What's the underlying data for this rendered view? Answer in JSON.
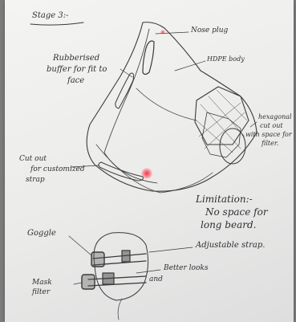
{
  "heading": "Stage 3:-",
  "labels": {
    "nose_plug": "Nose plug",
    "hdpe_body": "HDPE body",
    "rubberised_line1": "Rubberised",
    "rubberised_line2": "buffer for fit to",
    "rubberised_line3": "face",
    "filter_line1": "hexagonal",
    "filter_line2": "cut out",
    "filter_line3": "with space for",
    "filter_line4": "filter.",
    "cutout_line1": "Cut out",
    "cutout_line2": "for customized",
    "cutout_line3": "strap",
    "limitation_line1": "Limitation:-",
    "limitation_line2": "No space for",
    "limitation_line3": "long beard.",
    "goggle": "Goggle",
    "adjustable_strap": "Adjustable strap.",
    "mask_filter_line1": "Mask",
    "mask_filter_line2": "filter",
    "better_looks_line1": "Better looks",
    "better_looks_line2": "and"
  },
  "colors": {
    "pencil": "#2f2f2f",
    "laser_pointer": "#ff2a3a",
    "background": "#7a7d7c"
  }
}
